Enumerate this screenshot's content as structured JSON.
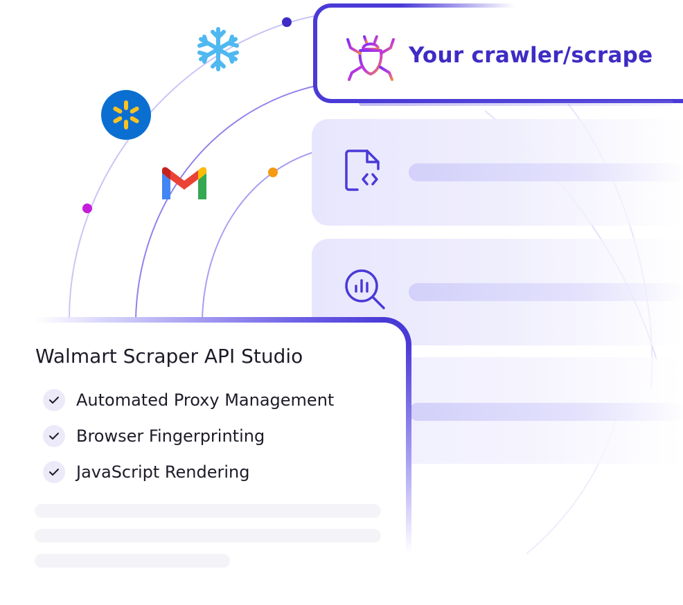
{
  "crawler": {
    "title": "Your crawler/scrape",
    "icon": "spider-icon"
  },
  "steps": [
    {
      "icon": "code-file-icon"
    },
    {
      "icon": "analytics-search-icon"
    },
    {
      "icon": ""
    }
  ],
  "integrations": [
    {
      "icon": "snowflake-icon",
      "color": "#4fb8f0"
    },
    {
      "icon": "walmart-icon",
      "color": "#0b6fd1",
      "accent": "#ffc220"
    },
    {
      "icon": "gmail-icon"
    }
  ],
  "feature_card": {
    "title": "Walmart Scraper API Studio",
    "items": [
      {
        "label": "Automated Proxy Management"
      },
      {
        "label": "Browser Fingerprinting"
      },
      {
        "label": "JavaScript Rendering"
      }
    ]
  },
  "colors": {
    "accent": "#4a3ad6",
    "title_text": "#3e2cc4",
    "orbit_dot_blue": "#3e2cc4",
    "orbit_dot_magenta": "#c61cdb",
    "orbit_dot_orange": "#f59a12"
  }
}
